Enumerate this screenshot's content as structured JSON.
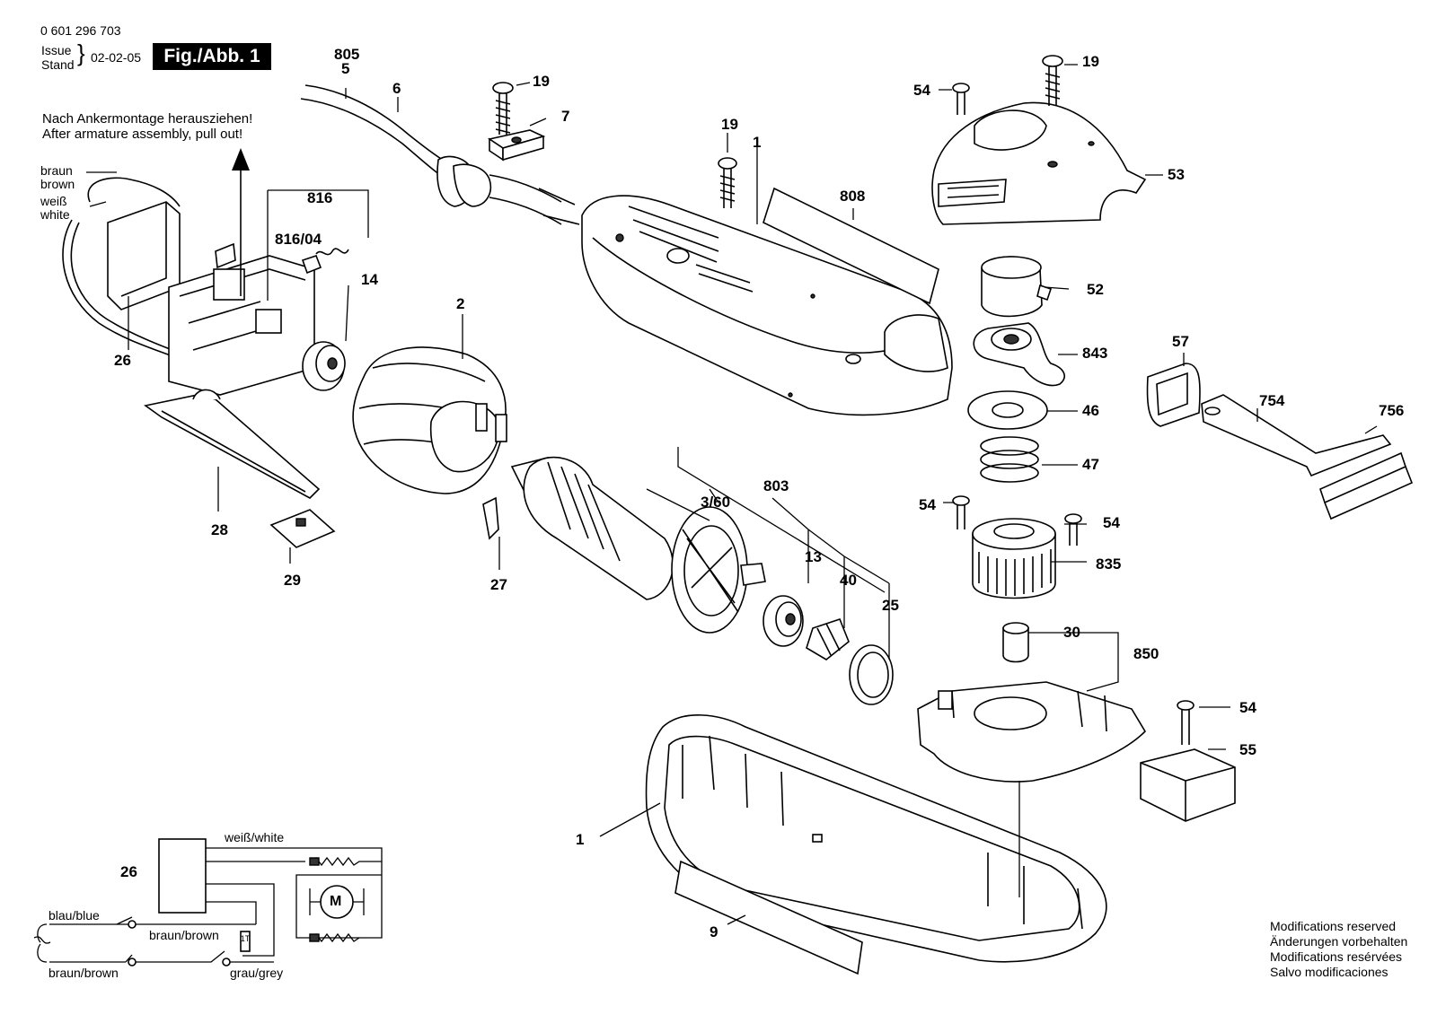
{
  "header": {
    "part_number": "0 601 296 703",
    "issue_label_1": "Issue",
    "issue_label_2": "Stand",
    "issue_date": "02-02-05",
    "figure_label": "Fig./Abb. 1"
  },
  "instruction": {
    "line_de": "Nach Ankermontage herausziehen!",
    "line_en": "After armature assembly, pull out!"
  },
  "wire_colors": {
    "braun": "braun",
    "brown": "brown",
    "weiss": "weiß",
    "white": "white"
  },
  "part_labels": {
    "p805": "805",
    "p5": "5",
    "p6": "6",
    "p19a": "19",
    "p7": "7",
    "p19b": "19",
    "p1a": "1",
    "p808": "808",
    "p54a": "54",
    "p19c": "19",
    "p53": "53",
    "p816": "816",
    "p816_04": "816/04",
    "p14": "14",
    "p26": "26",
    "p2": "2",
    "p52": "52",
    "p843": "843",
    "p46": "46",
    "p57": "57",
    "p754": "754",
    "p756": "756",
    "p47": "47",
    "p28": "28",
    "p803": "803",
    "p3_60": "3/60",
    "p29": "29",
    "p27": "27",
    "p13": "13",
    "p40": "40",
    "p25": "25",
    "p54b": "54",
    "p54c": "54",
    "p835": "835",
    "p30": "30",
    "p850": "850",
    "p54d": "54",
    "p55": "55",
    "p1b": "1",
    "p9": "9"
  },
  "wiring": {
    "component": "26",
    "motor": "M",
    "weiss_white": "weiß/white",
    "blau_blue": "blau/blue",
    "braun_brown_1": "braun/brown",
    "braun_brown_2": "braun/brown",
    "grau_grey": "grau/grey",
    "capacitor_symbol": "1T"
  },
  "footer": {
    "line1": "Modifications reserved",
    "line2": "Änderungen vorbehalten",
    "line3": "Modifications resérvées",
    "line4": "Salvo modificaciones"
  }
}
